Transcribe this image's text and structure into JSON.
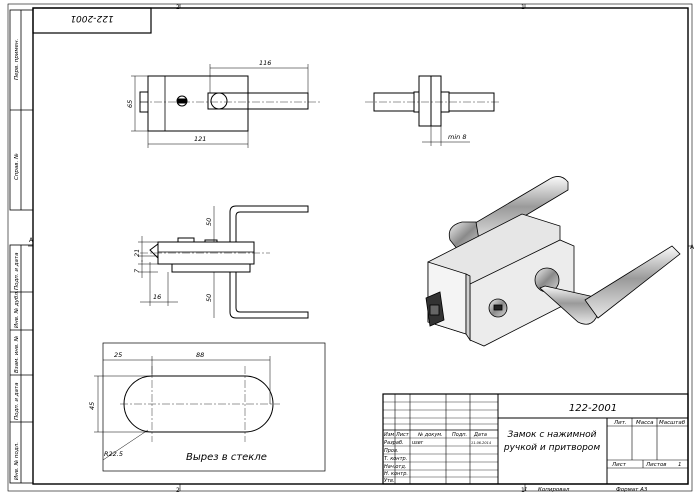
{
  "designation": "122-2001",
  "designation_rotated": "122-2001",
  "title_line1": "Замок с нажимной",
  "title_line2": "ручкой и притвором",
  "cutout_caption": "Вырез в стекле",
  "zone_marks": {
    "top_2": "2",
    "top_1": "1",
    "bottom_2": "2",
    "bottom_1": "1",
    "left_A": "A",
    "right_A": "A"
  },
  "side_labels": {
    "perv_primen": "Перв. примен.",
    "sprav_no": "Справ. №",
    "podp_data_1": "Подп. и дата",
    "inv_dubl": "Инв. № дубл.",
    "vzam_inv": "Взам. инв. №",
    "podp_data_2": "Подп. и дата",
    "inv_podl": "Инв. № подл."
  },
  "dimensions": {
    "d116": "116",
    "d65": "65",
    "d121": "121",
    "min8": "min 8",
    "d50_top": "50",
    "d21": "21",
    "d7": "7",
    "d16": "16",
    "d50_bot": "50",
    "d25": "25",
    "d88": "88",
    "d45": "45",
    "r225": "R22.5"
  },
  "title_block": {
    "izm": "Изм",
    "list": "Лист",
    "no_dokum": "№ докум.",
    "podp": "Подп.",
    "data": "Дата",
    "razrab": "Разраб.",
    "user": "user",
    "date_val": "11.06.2014",
    "prov": "Пров.",
    "t_kontr": "Т. контр.",
    "nach_otd": "Нач.отд.",
    "n_kontr": "Н. контр.",
    "utv": "Утв.",
    "lit": "Лит.",
    "massa": "Масса",
    "masshtab": "Масштаб",
    "list_label": "Лист",
    "listov_label": "Листов",
    "listov_value": "1"
  },
  "footer": {
    "sheet_no": "1",
    "kopiroval": "Копировал",
    "format": "Формат A3"
  }
}
